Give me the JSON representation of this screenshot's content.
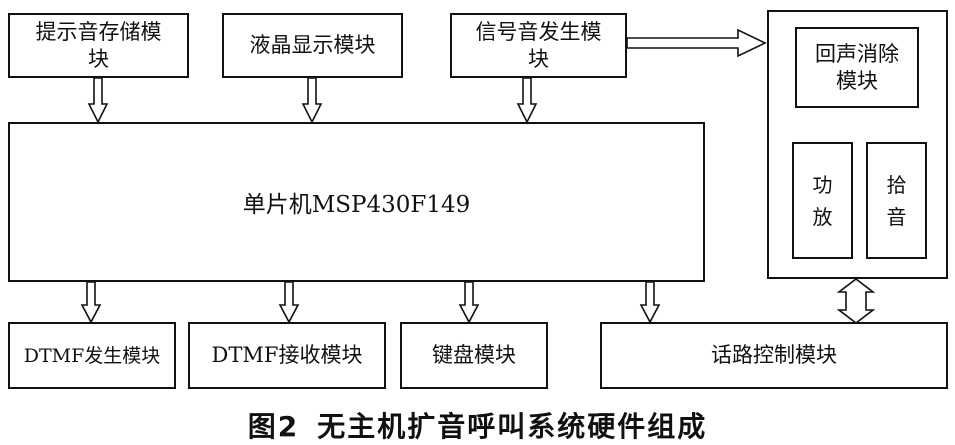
{
  "diagram": {
    "top_modules": {
      "prompt_storage": [
        "提示音存储模",
        "块"
      ],
      "lcd_display": "液晶显示模块",
      "signal_generator": [
        "信号音发生模",
        "块"
      ]
    },
    "mcu": "单片机MSP430F149",
    "right_group": {
      "echo_cancel": [
        "回声消除",
        "模块"
      ],
      "amplifier": [
        "功",
        "放"
      ],
      "pickup": [
        "拾",
        "音"
      ]
    },
    "bottom_modules": {
      "dtmf_gen": "DTMF发生模块",
      "dtmf_recv": "DTMF接收模块",
      "keyboard": "键盘模块",
      "call_control": "话路控制模块"
    }
  },
  "caption": {
    "figure_no": "图2",
    "title": "无主机扩音呼叫系统硬件组成"
  }
}
